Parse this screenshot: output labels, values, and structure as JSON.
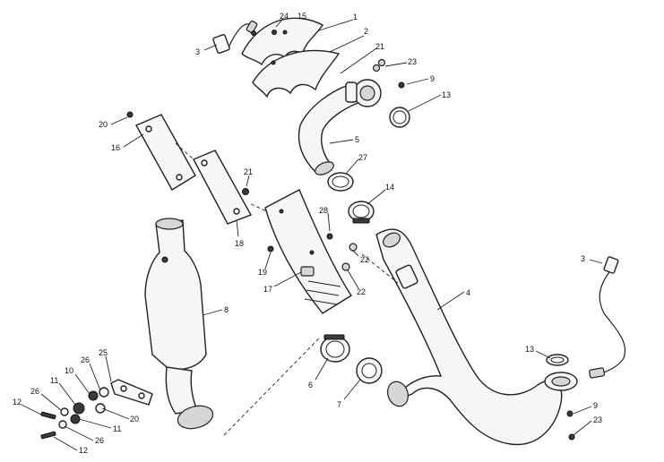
{
  "callouts": [
    {
      "id": "c-24",
      "text": "24"
    },
    {
      "id": "c-15",
      "text": "15"
    },
    {
      "id": "c-1",
      "text": "1"
    },
    {
      "id": "c-2",
      "text": "2"
    },
    {
      "id": "c-3a",
      "text": "3"
    },
    {
      "id": "c-21a",
      "text": "21"
    },
    {
      "id": "c-23a",
      "text": "23"
    },
    {
      "id": "c-9a",
      "text": "9"
    },
    {
      "id": "c-13a",
      "text": "13"
    },
    {
      "id": "c-20a",
      "text": "20"
    },
    {
      "id": "c-16",
      "text": "16"
    },
    {
      "id": "c-5",
      "text": "5"
    },
    {
      "id": "c-27",
      "text": "27"
    },
    {
      "id": "c-21b",
      "text": "21"
    },
    {
      "id": "c-18",
      "text": "18"
    },
    {
      "id": "c-14",
      "text": "14"
    },
    {
      "id": "c-28",
      "text": "28"
    },
    {
      "id": "c-22a",
      "text": "22"
    },
    {
      "id": "c-22b",
      "text": "22"
    },
    {
      "id": "c-19",
      "text": "19"
    },
    {
      "id": "c-17",
      "text": "17"
    },
    {
      "id": "c-4",
      "text": "4"
    },
    {
      "id": "c-3b",
      "text": "3"
    },
    {
      "id": "c-8",
      "text": "8"
    },
    {
      "id": "c-25",
      "text": "25"
    },
    {
      "id": "c-26a",
      "text": "26"
    },
    {
      "id": "c-10",
      "text": "10"
    },
    {
      "id": "c-11a",
      "text": "11"
    },
    {
      "id": "c-26b",
      "text": "26"
    },
    {
      "id": "c-12a",
      "text": "12"
    },
    {
      "id": "c-11b",
      "text": "11"
    },
    {
      "id": "c-20b",
      "text": "20"
    },
    {
      "id": "c-26c",
      "text": "26"
    },
    {
      "id": "c-12b",
      "text": "12"
    },
    {
      "id": "c-6",
      "text": "6"
    },
    {
      "id": "c-7",
      "text": "7"
    },
    {
      "id": "c-13b",
      "text": "13"
    },
    {
      "id": "c-9b",
      "text": "9"
    },
    {
      "id": "c-23b",
      "text": "23"
    }
  ]
}
